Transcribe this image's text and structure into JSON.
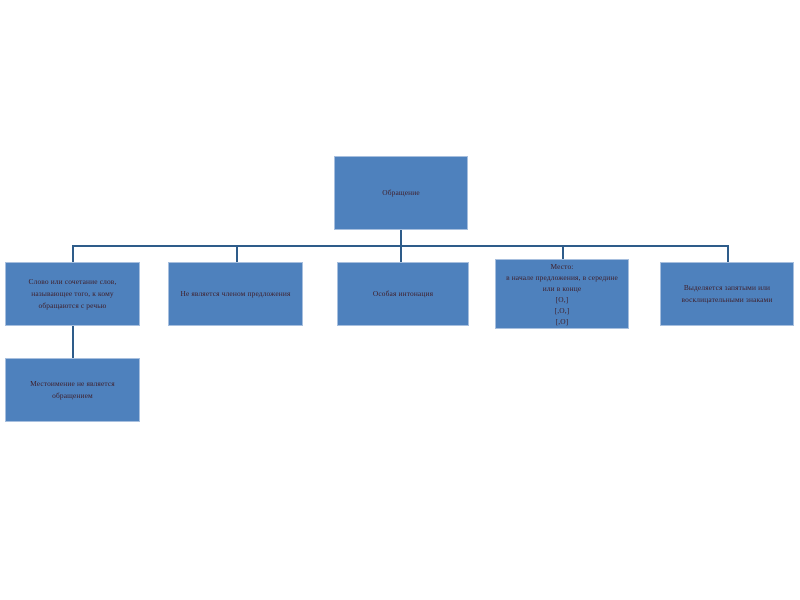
{
  "diagram": {
    "type": "hierarchy-tree",
    "title": "Обращение",
    "colors": {
      "node_fill": "#4E81BD",
      "node_border": "#A7BFDE",
      "node_text": "#3E1C26",
      "connector": "#2E5C8A",
      "background": "#FFFFFF"
    },
    "root": {
      "id": "root",
      "label": "Обращение"
    },
    "children": [
      {
        "id": "definition",
        "label": "Слово или сочетание слов, называющее того, к кому обращаются с речью"
      },
      {
        "id": "not-member",
        "label": "Не является членом предложения"
      },
      {
        "id": "intonation",
        "label": "Особая интонация"
      },
      {
        "id": "position",
        "label": "Место:\nв начале предложения, в середине или в конце\n[О,]\n[,О,]\n[,О]"
      },
      {
        "id": "punctuation",
        "label": "Выделяется запятыми или восклицательными знаками"
      }
    ],
    "sub_children": [
      {
        "id": "pronoun",
        "parent": "definition",
        "label": "Местоимение не является обращением"
      }
    ]
  }
}
